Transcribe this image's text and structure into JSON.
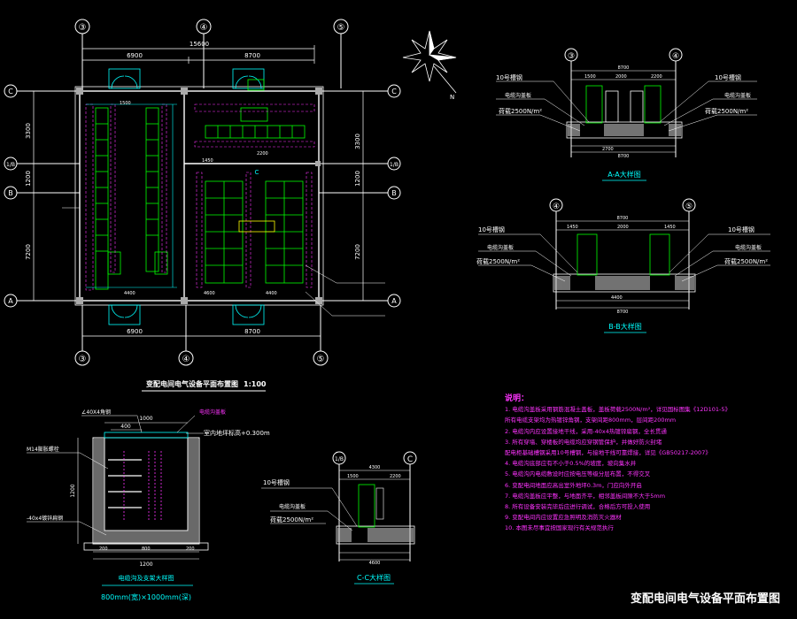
{
  "plan": {
    "title": "变配电间电气设备平面布置图",
    "scale": "1:100",
    "axes_top": [
      "③",
      "④",
      "⑤"
    ],
    "axes_bottom": [
      "③",
      "④",
      "⑤"
    ],
    "axes_left": [
      "C",
      "1/B",
      "B",
      "A"
    ],
    "axes_right": [
      "C",
      "1/B",
      "B",
      "A"
    ],
    "dim_total": "15600",
    "dim_left_bay": "6900",
    "dim_right_bay": "8700",
    "dim_vertical": [
      "3300",
      "1200",
      "7200"
    ],
    "dims_inner": [
      "1500",
      "4400",
      "2200",
      "1450",
      "4600",
      "4400"
    ],
    "room_label": "C"
  },
  "section_aa": {
    "title": "A-A大样图",
    "axes": [
      "③",
      "④"
    ],
    "left_note": "10号槽钢",
    "right_note": "10号槽钢",
    "left_cable": "电缆沟盖板",
    "right_cable": "电缆沟盖板",
    "load_left": "荷载2500N/m²",
    "load_right": "荷载2500N/m²",
    "dims_top": [
      "8700",
      "1500",
      "2000",
      "2200"
    ],
    "dims_bottom": [
      "2700",
      "8700"
    ]
  },
  "section_bb": {
    "title": "B-B大样图",
    "axes": [
      "④",
      "⑤"
    ],
    "left_note": "10号槽钢",
    "right_note": "10号槽钢",
    "left_cable": "电缆沟盖板",
    "right_cable": "电缆沟盖板",
    "load_left": "荷载2500N/m²",
    "load_right": "荷载2500N/m²",
    "dims_top": [
      "8700",
      "1450",
      "2000",
      "1450"
    ],
    "dims_bottom": [
      "4400",
      "8700"
    ]
  },
  "section_cc": {
    "title": "C-C大样图",
    "axes": [
      "1/B",
      "C"
    ],
    "note": "10号槽钢",
    "cable": "电缆沟盖板",
    "load": "荷载2500N/m²",
    "dims_top": [
      "4300",
      "1500",
      "2200"
    ],
    "dims_bottom": [
      "4600"
    ]
  },
  "trench": {
    "title": "电缆沟及支架大样图",
    "size": "800mm(宽)×1000mm(深)",
    "label_angle": "∠40X4角钢",
    "label_m14": "M14膨胀螺栓",
    "label_flat": "-40x4镀锌扁钢",
    "label_cover": "电缆沟盖板",
    "label_elev": "室内地坪标高+0.300m",
    "dim_top": "1000",
    "dim_inner": "400",
    "dim_height": "1200",
    "dim_bottom": "1200",
    "dims_low": [
      "200",
      "800",
      "200"
    ]
  },
  "notes": {
    "heading": "说明：",
    "items": [
      "1. 电缆沟盖板采用钢筋混凝土盖板，盖板荷载2500N/m²，详见国标图集《12D101-5》",
      "所有电缆支架均为热镀锌角钢，支架间距800mm，层间距200mm",
      "2. 电缆沟内应设置接地干线，采用-40x4热镀锌扁钢，全长贯通",
      "3. 所有穿墙、穿楼板的电缆均应穿钢管保护，并做好防火封堵",
      "配电柜基础槽钢采用10号槽钢，与接地干线可靠焊接，详见《GB50217-2007》",
      "4. 电缆沟底部应有不小于0.5%的坡度，坡向集水井",
      "5. 电缆沟内电缆敷设时应按电压等级分层布置，不得交叉",
      "6. 变配电间地面应高出室外地坪0.3m，门应向外开启",
      "7. 电缆沟盖板应平整，与地面齐平，相邻盖板间隙不大于5mm",
      "8. 所有设备安装完毕后应进行调试，合格后方可投入使用",
      "9. 变配电间内应设置应急照明及消防灭火器材",
      "10. 本图未尽事宜按国家现行有关规范执行"
    ]
  },
  "sheet_title": "变配电间电气设备平面布置图",
  "colors": {
    "wall": "#ffffff",
    "cabinet": "#00ff00",
    "cable": "#00ffff",
    "note": "#ff33ff",
    "dim": "#ffffff",
    "hatch": "#bfbfbf",
    "accent": "#ffff00"
  }
}
